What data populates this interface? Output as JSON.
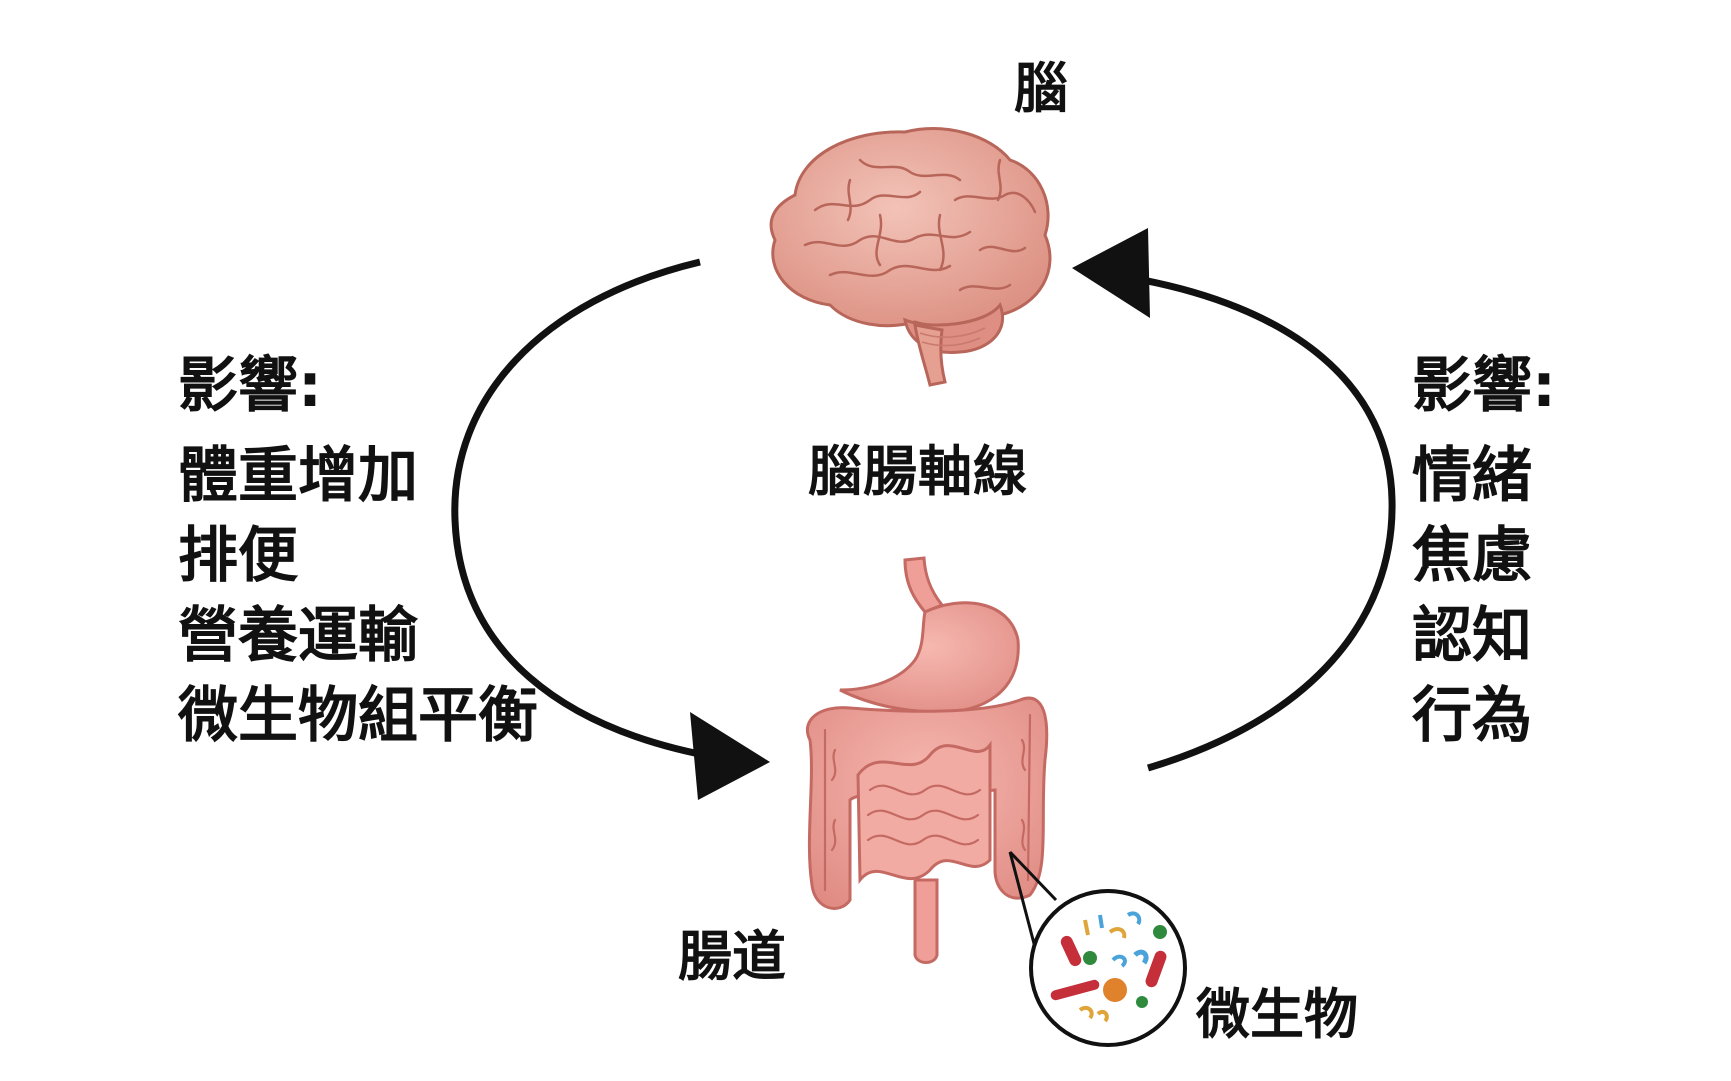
{
  "labels": {
    "brain": "腦",
    "axis": "腦腸軸線",
    "gut": "腸道",
    "microbes": "微生物"
  },
  "left_effects": {
    "heading": "影響:",
    "items": [
      "體重增加",
      "排便",
      "營養運輸",
      "微生物組平衡"
    ]
  },
  "right_effects": {
    "heading": "影響:",
    "items": [
      "情緒",
      "焦慮",
      "認知",
      "行為"
    ]
  },
  "colors": {
    "brain": "#e8a79b",
    "brain_outline": "#b8665a",
    "gut": "#ec9a93",
    "gut_outline": "#c46a63",
    "arrow": "#111111",
    "background": "#ffffff"
  },
  "icons": {
    "brain": "brain-icon",
    "gut": "intestine-icon",
    "microbes": "bacteria-magnifier-icon"
  }
}
